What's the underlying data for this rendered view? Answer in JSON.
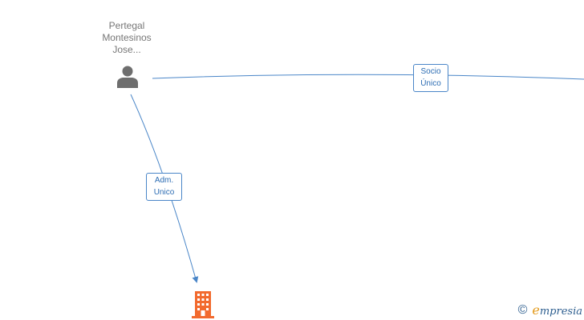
{
  "person": {
    "name_lines": [
      "Pertegal",
      "Montesinos",
      "Jose..."
    ],
    "icon": "person-icon"
  },
  "company": {
    "icon": "building-icon",
    "color": "#f26a2e"
  },
  "edges": [
    {
      "from": "person",
      "to": "offscreen-right",
      "label_lines": [
        "Socio",
        "Único"
      ]
    },
    {
      "from": "person",
      "to": "company",
      "label_lines": [
        "Adm.",
        "Unico"
      ]
    }
  ],
  "colors": {
    "edge": "#4a86c8",
    "label_text": "#2b6cb3",
    "person_icon": "#6e6e6e",
    "brand": "#2d5e8f",
    "brand_accent": "#e39a1b"
  },
  "watermark": {
    "copyright_symbol": "©",
    "brand_first": "e",
    "brand_rest": "mpresia"
  }
}
